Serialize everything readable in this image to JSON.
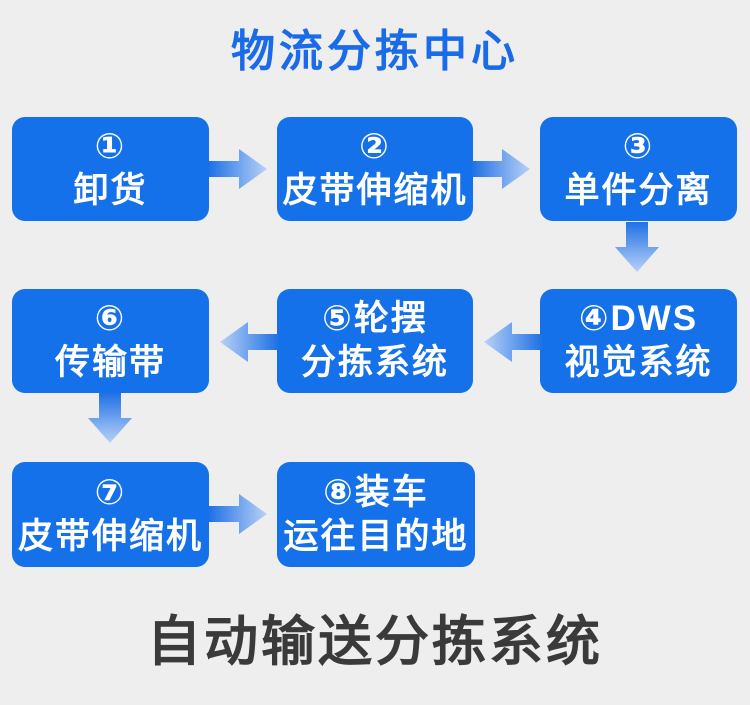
{
  "page": {
    "background_color": "#eeeeee"
  },
  "header": {
    "title": "物流分拣中心",
    "title_color": "#1a6be8"
  },
  "footer": {
    "title": "自动输送分拣系统",
    "title_color": "#3a3a3a"
  },
  "flow": {
    "node_color": "#1471e9",
    "node_text_color": "#ffffff",
    "arrow_color_solid": "#1f71e5",
    "arrow_color_faded": "#b9d1f6",
    "nodes": [
      {
        "step": "①",
        "line1": "①",
        "line2": "卸货"
      },
      {
        "step": "②",
        "line1": "②",
        "line2": "皮带伸缩机"
      },
      {
        "step": "③",
        "line1": "③",
        "line2": "单件分离"
      },
      {
        "step": "④",
        "line1": "④DWS",
        "line2": "视觉系统"
      },
      {
        "step": "⑤",
        "line1": "⑤轮摆",
        "line2": "分拣系统"
      },
      {
        "step": "⑥",
        "line1": "⑥",
        "line2": "传输带"
      },
      {
        "step": "⑦",
        "line1": "⑦",
        "line2": "皮带伸缩机"
      },
      {
        "step": "⑧",
        "line1": "⑧装车",
        "line2": "运往目的地"
      }
    ],
    "arrows": [
      {
        "from": "①",
        "to": "②",
        "direction": "right"
      },
      {
        "from": "②",
        "to": "③",
        "direction": "right"
      },
      {
        "from": "③",
        "to": "④",
        "direction": "down"
      },
      {
        "from": "④",
        "to": "⑤",
        "direction": "left"
      },
      {
        "from": "⑤",
        "to": "⑥",
        "direction": "left"
      },
      {
        "from": "⑥",
        "to": "⑦",
        "direction": "down"
      },
      {
        "from": "⑦",
        "to": "⑧",
        "direction": "right"
      }
    ]
  }
}
